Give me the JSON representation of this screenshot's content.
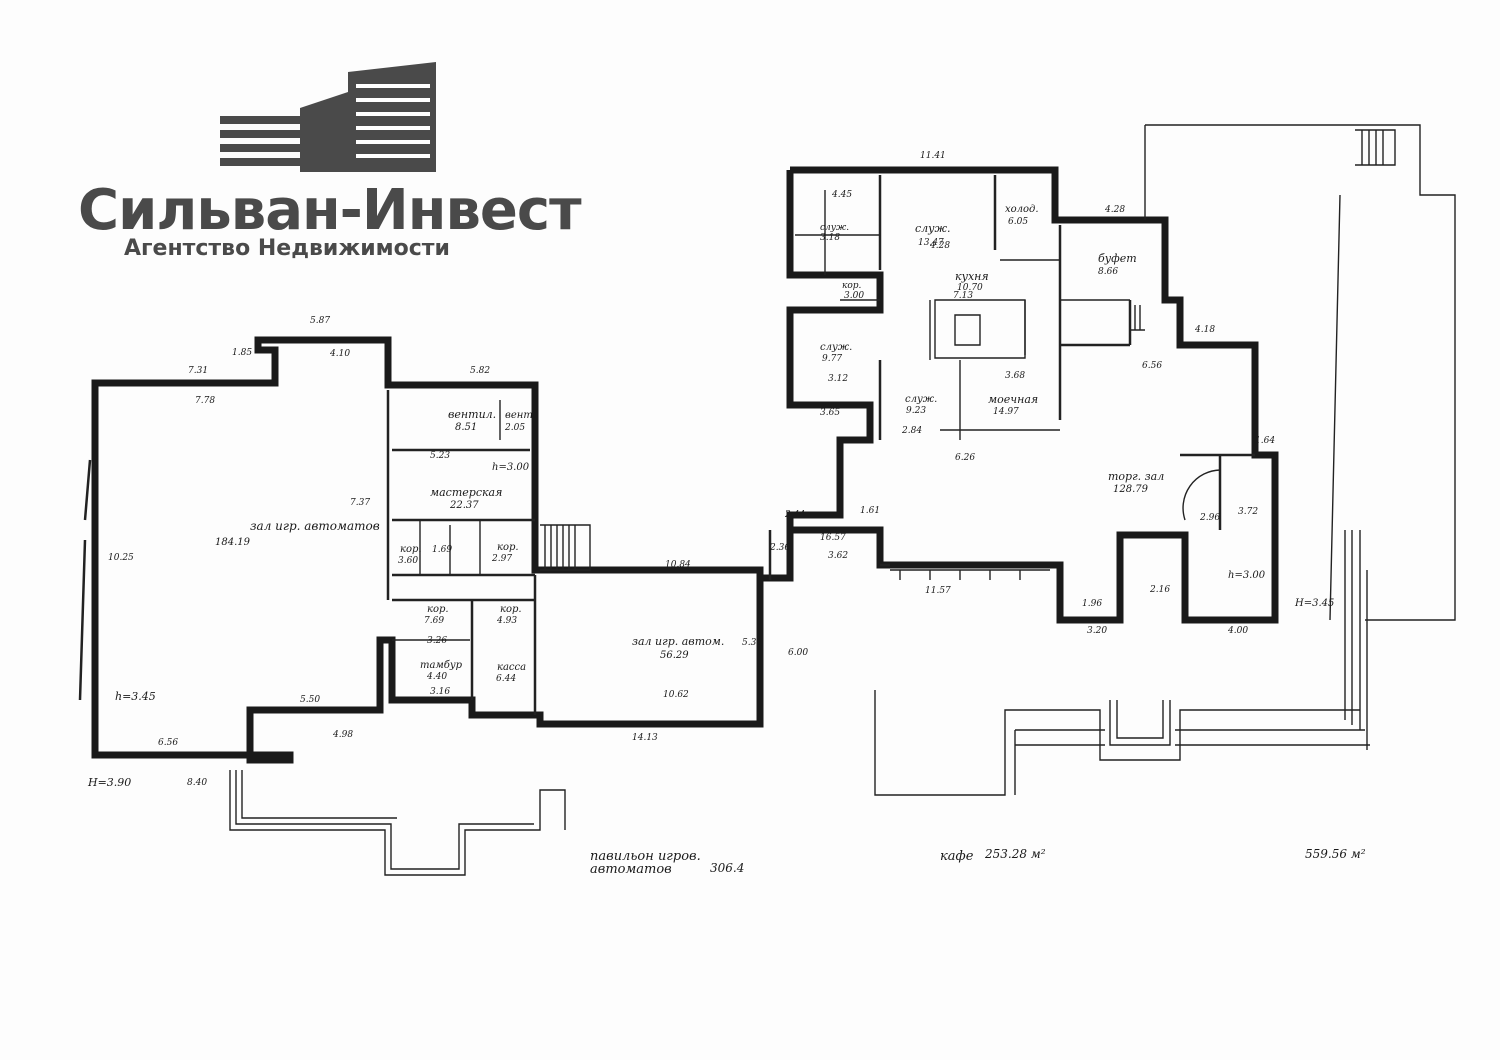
{
  "logo": {
    "title": "Сильван-Инвест",
    "subtitle": "Агентство Недвижимости",
    "color": "#4a4a4a"
  },
  "plan": {
    "left_wing": {
      "room_1_name": "зал игр. автоматов",
      "room_1_area": "184.19",
      "room_2_name": "вентил.",
      "room_2_area": "8.51",
      "room_3_name": "вент.",
      "room_3_area": "2.05",
      "room_4_name": "мастерская",
      "room_4_area": "22.37",
      "room_5_name": "кор.",
      "room_5_area": "3.60",
      "room_6_area": "1.69",
      "room_7_name": "кор.",
      "room_7_area": "2.97",
      "room_8_name": "кор.",
      "room_8_area": "4.93",
      "room_9_name": "кор.",
      "room_9_area": "7.69",
      "room_10_name": "тамбур",
      "room_10_area": "4.40",
      "room_11_name": "касса",
      "room_11_area": "6.44",
      "room_13_name": "зал игр. автом.",
      "room_13_area": "56.29",
      "h_left": "h=3.45",
      "h_workshop": "h=3.00",
      "H_total": "H=3.90"
    },
    "right_wing": {
      "room_16_name": "торг. зал",
      "room_16_area": "128.79",
      "room_21_name": "моечная",
      "room_21_area": "14.97",
      "room_20_name": "служ.",
      "room_20_area": "9.23",
      "room_22_name": "служ.",
      "room_22_area": "9.77",
      "room_23_name": "кор.",
      "room_23_area": "3.00",
      "room_28_name": "служ.",
      "room_28_area": "13.47",
      "room_29_name": "холод.",
      "room_29_area": "6.05",
      "room_30_name": "кухня",
      "room_30_area": "10.70",
      "room_38_name": "буфет",
      "room_38_area": "8.66",
      "room_25_name": "служ.",
      "room_25_area": "3.18",
      "room_27_area": "4.45",
      "room_15_area": "2.36",
      "room_19_area": "2.96",
      "room_18_area": "3.72",
      "h_right": "h=3.00",
      "H_right": "H=3.45"
    },
    "dimensions": {
      "d1": "5.87",
      "d2": "7.31",
      "d3": "7.78",
      "d4": "4.10",
      "d5": "5.82",
      "d6": "1.85",
      "d7": "10.25",
      "d8": "7.37",
      "d9": "5.23",
      "d10": "5.50",
      "d11": "6.56",
      "d12": "4.98",
      "d13": "8.40",
      "d14": "10.84",
      "d15": "14.13",
      "d16": "10.62",
      "d17": "3.26",
      "d18": "3.16",
      "d19": "11.41",
      "d20": "4.28",
      "d21": "4.18",
      "d22": "6.56",
      "d23": "11.57",
      "d24": "3.20",
      "d25": "4.00",
      "d26": "1.96",
      "d27": "2.44",
      "d28": "1.61",
      "d29": "3.62",
      "d30": "16.57",
      "d31": "7.13",
      "d32": "3.68",
      "d33": "4.28",
      "d34": "2.16",
      "d35": "6.00",
      "d36": "5.30",
      "d37": "3.65",
      "d38": "3.12",
      "d39": "2.84",
      "d40": "6.26",
      "d41": "1.64"
    },
    "totals": {
      "pavilion_label": "павильон игров. автоматов",
      "pavilion_area": "306.4",
      "cafe_label": "кафе",
      "cafe_area": "253.28 м²",
      "grand_total": "559.56 м²"
    }
  }
}
